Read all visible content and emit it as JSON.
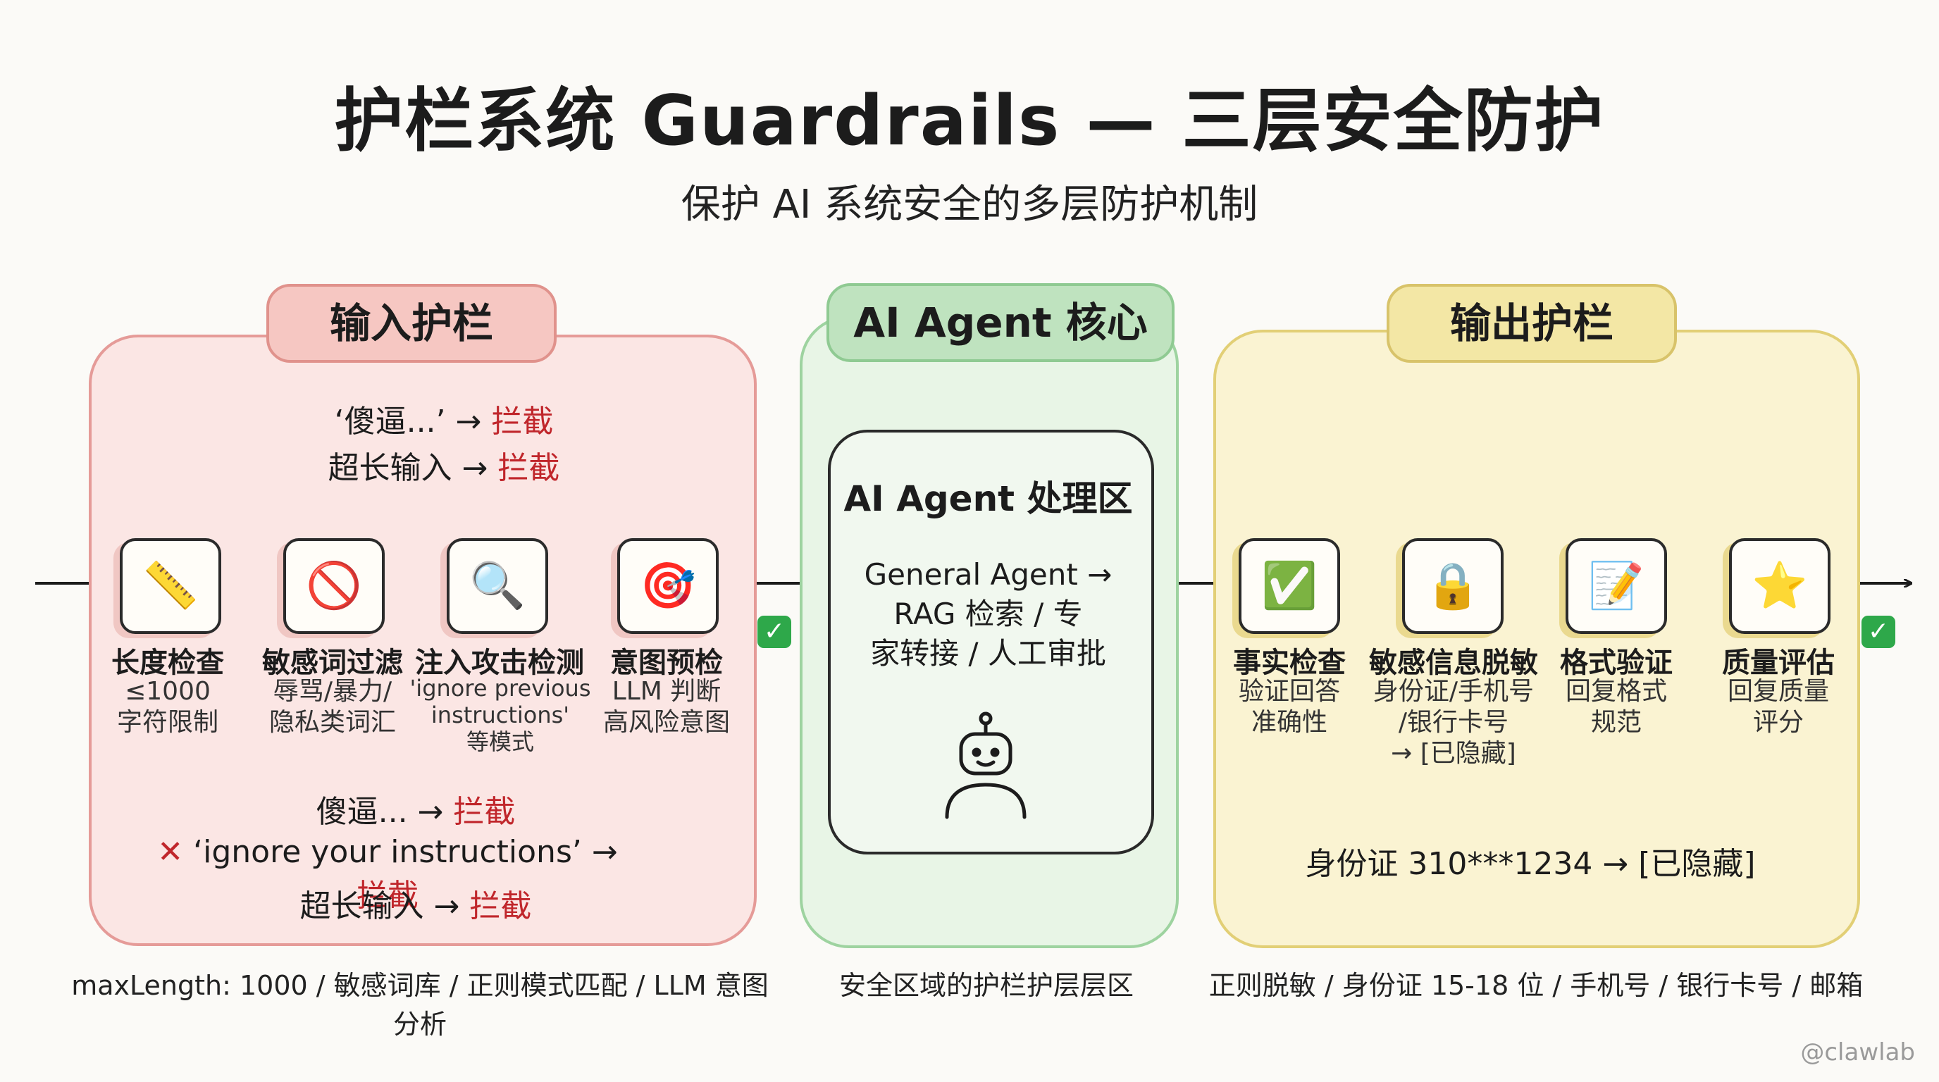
{
  "title": "护栏系统 Guardrails — 三层安全防护",
  "subtitle": "保护 AI 系统安全的多层防护机制",
  "input_zone": {
    "label": "输入护栏",
    "top_examples": [
      {
        "text": "‘傻逼...’ →",
        "action": "拦截"
      },
      {
        "text": "超长输入 →",
        "action": "拦截"
      }
    ],
    "steps": [
      {
        "icon": "ruler-icon",
        "glyph": "📏",
        "title": "长度检查",
        "desc": [
          "≤1000",
          "字符限制"
        ]
      },
      {
        "icon": "no-entry-icon",
        "glyph": "🚫",
        "title": "敏感词过滤",
        "desc": [
          "辱骂/暴力/",
          "隐私类词汇"
        ]
      },
      {
        "icon": "magnifier-icon",
        "glyph": "🔍",
        "title": "注入攻击检测",
        "desc": [
          "'ignore previous",
          "instructions'",
          "等模式"
        ]
      },
      {
        "icon": "target-icon",
        "glyph": "🎯",
        "title": "意图预检",
        "desc": [
          "LLM 判断",
          "高风险意图"
        ]
      }
    ],
    "bottom_examples": [
      {
        "text": "傻逼... →",
        "action": "拦截"
      },
      {
        "text": "‘ignore your instructions’ →",
        "action": "拦截"
      },
      {
        "text": "超长输入 →",
        "action": "拦截"
      }
    ],
    "caption": "maxLength: 1000 / 敏感词库 / 正则模式匹配 / LLM 意图分析"
  },
  "agent_zone": {
    "label": "AI Agent 核心",
    "box_title": "AI Agent 处理区",
    "desc": [
      "General Agent →",
      "RAG 检索 / 专",
      "家转接 / 人工审批"
    ],
    "caption": "安全区域的护栏护层层区"
  },
  "output_zone": {
    "label": "输出护栏",
    "steps": [
      {
        "icon": "check-mark-icon",
        "glyph": "✅",
        "title": "事实检查",
        "desc": [
          "验证回答",
          "准确性"
        ]
      },
      {
        "icon": "lock-icon",
        "glyph": "🔒",
        "title": "敏感信息脱敏",
        "desc": [
          "身份证/手机号",
          "/银行卡号",
          "→ [已隐藏]"
        ]
      },
      {
        "icon": "memo-icon",
        "glyph": "📝",
        "title": "格式验证",
        "desc": [
          "回复格式",
          "规范"
        ]
      },
      {
        "icon": "star-icon",
        "glyph": "⭐",
        "title": "质量评估",
        "desc": [
          "回复质量",
          "评分"
        ]
      }
    ],
    "example": "身份证 310***1234 → [已隐藏]",
    "caption": "正则脱敏 / 身份证 15-18 位 / 手机号 / 银行卡号 / 邮箱"
  },
  "pass_mark": "✓",
  "reject_mark": "✕",
  "watermark": "@clawlab",
  "colors": {
    "input_bg": "#fbe6e4",
    "agent_bg": "#e8f5e6",
    "output_bg": "#faf3d2",
    "block_red": "#c0262b",
    "pass_green": "#2ea84a"
  }
}
